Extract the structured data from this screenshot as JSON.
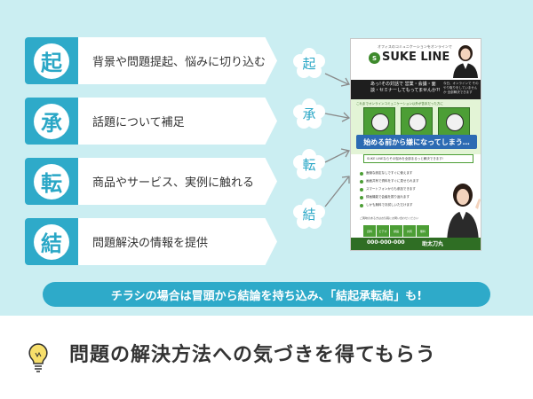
{
  "steps": [
    {
      "kanji": "起",
      "label": "背景や問題提起、悩みに切り込む"
    },
    {
      "kanji": "承",
      "label": "話題について補足"
    },
    {
      "kanji": "転",
      "label": "商品やサービス、実例に触れる"
    },
    {
      "kanji": "結",
      "label": "問題解決の情報を提供"
    }
  ],
  "bubbles": [
    "起",
    "承",
    "転",
    "結"
  ],
  "flyer": {
    "tagline": "オフィスのコミュニケーションをオンラインで",
    "brand": "SUKE LINE",
    "dark_text": "あっ!その対話で 営業・会議・面談・セミナーしてもってませんか?!",
    "dark_side": "今日、オンラインで そのやり取りをしていませんか 全部解決できます",
    "mid_intro": "これまでオンラインコミュニケーション以外が苦手だった方に",
    "banner": "始める前から嫌になってしまう…",
    "info": "SUKE LINEならその悩みを全部まるっと解決できます!",
    "bullets": [
      "面倒な設定なしですぐに使えます",
      "画面共有で資料をすぐに見せられます",
      "スマートフォンからも参加できます",
      "録画機能で会議を振り返れます",
      "しかも無料でお試しいただけます"
    ],
    "note": "ご興味のある方はお気軽にお問い合わせください",
    "chips": [
      "資料",
      "ビデオ",
      "録画",
      "共有",
      "無料"
    ],
    "phone": "000-000-000",
    "bottom_name": "助太刀丸"
  },
  "pill_text": "チラシの場合は冒頭から結論を持ち込み、「結起承転結」も!",
  "conclusion": "問題の解決方法への気づきを得てもらう",
  "colors": {
    "accent": "#2eaac9",
    "background": "#cbeef2",
    "flyer_green": "#4c9e35",
    "flyer_blue": "#2c6bb3"
  }
}
